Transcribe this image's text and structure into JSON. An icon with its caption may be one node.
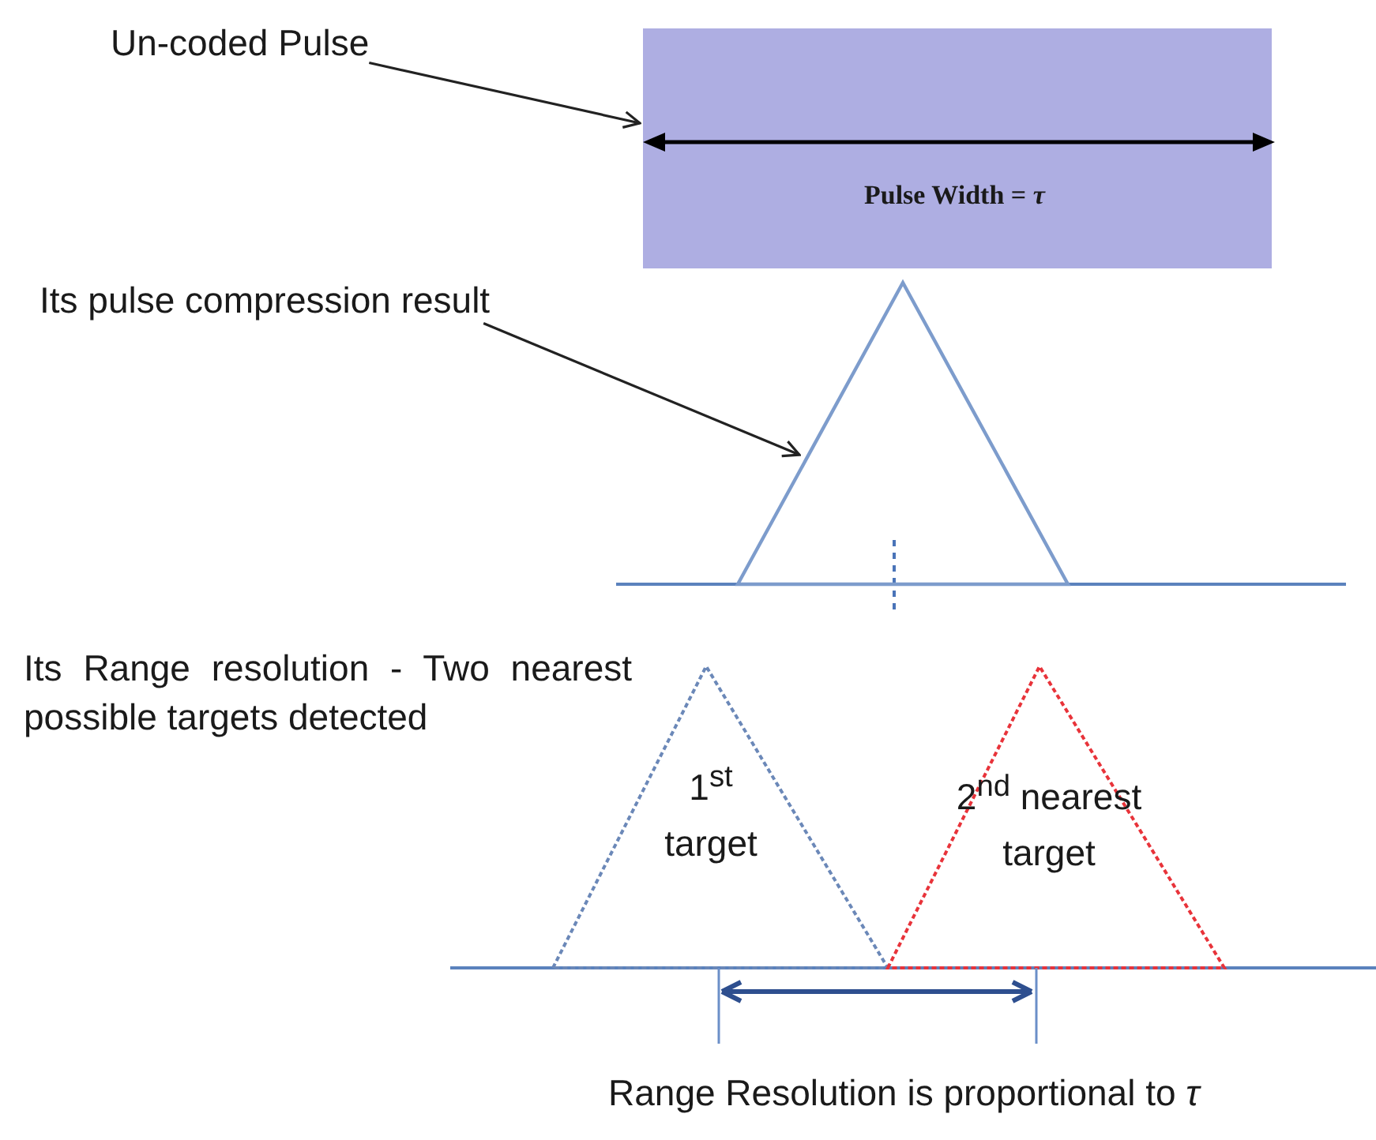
{
  "diagram": {
    "nodes": [
      {
        "text": [
          "Un-coded Pulse"
        ]
      },
      {
        "text": [
          "Pulse Width = *τ*"
        ]
      },
      {
        "text": [
          "Its pulse compression result"
        ]
      },
      {
        "text": [],
        "shape": "triangle"
      }
    ],
    "edges": [
      {
        "from": 0,
        "to": 1,
        "arrow": "to"
      },
      {
        "from": 2,
        "to": 3,
        "arrow": "to"
      }
    ],
    "labels": [
      "Its Range resolution - Two nearest possible targets detected",
      "1$^{st}$ target",
      "2$^{nd}$ nearest target",
      "Range Resolution is proportional to *τ*"
    ]
  }
}
